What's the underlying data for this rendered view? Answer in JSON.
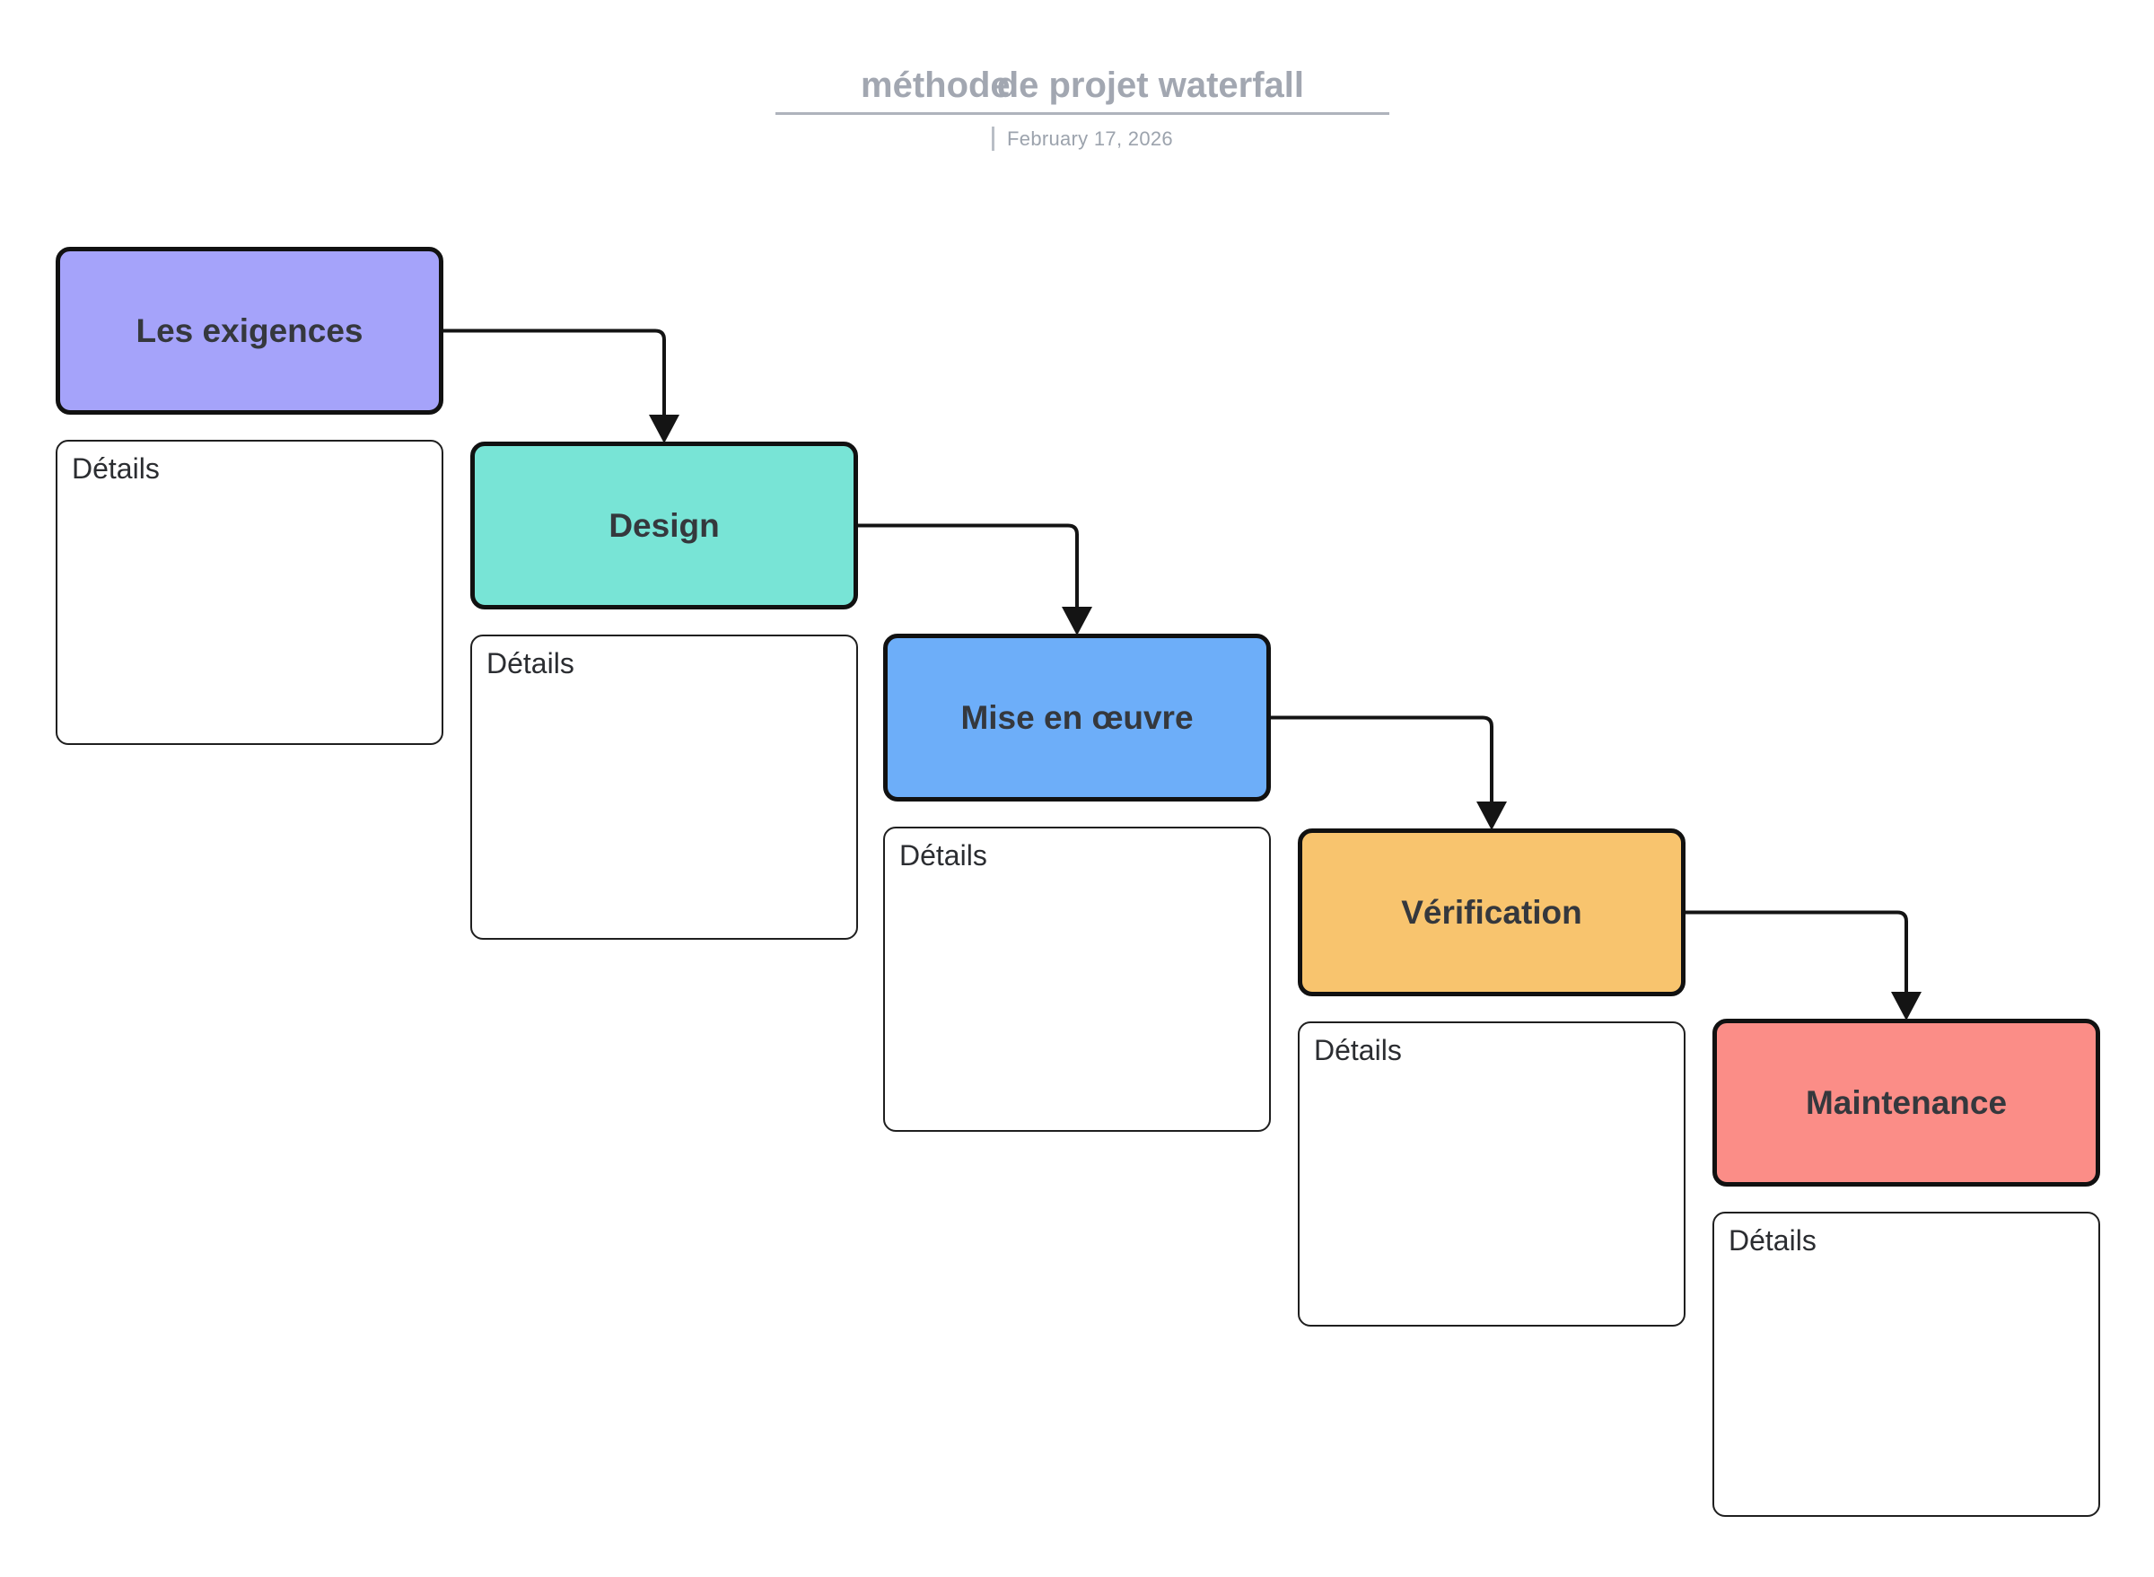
{
  "header": {
    "title_part1": "méthode",
    "title_part2": "de projet waterfall",
    "date": "February 17, 2026"
  },
  "stages": [
    {
      "label": "Les exigences",
      "details_label": "Détails",
      "color": "#A5A3FA"
    },
    {
      "label": "Design",
      "details_label": "Détails",
      "color": "#78E4D6"
    },
    {
      "label": "Mise en œuvre",
      "details_label": "Détails",
      "color": "#6DAEF9"
    },
    {
      "label": "Vérification",
      "details_label": "Détails",
      "color": "#F8C46E"
    },
    {
      "label": "Maintenance",
      "details_label": "Détails",
      "color": "#FB8D87"
    }
  ],
  "connector_color": "#141414"
}
